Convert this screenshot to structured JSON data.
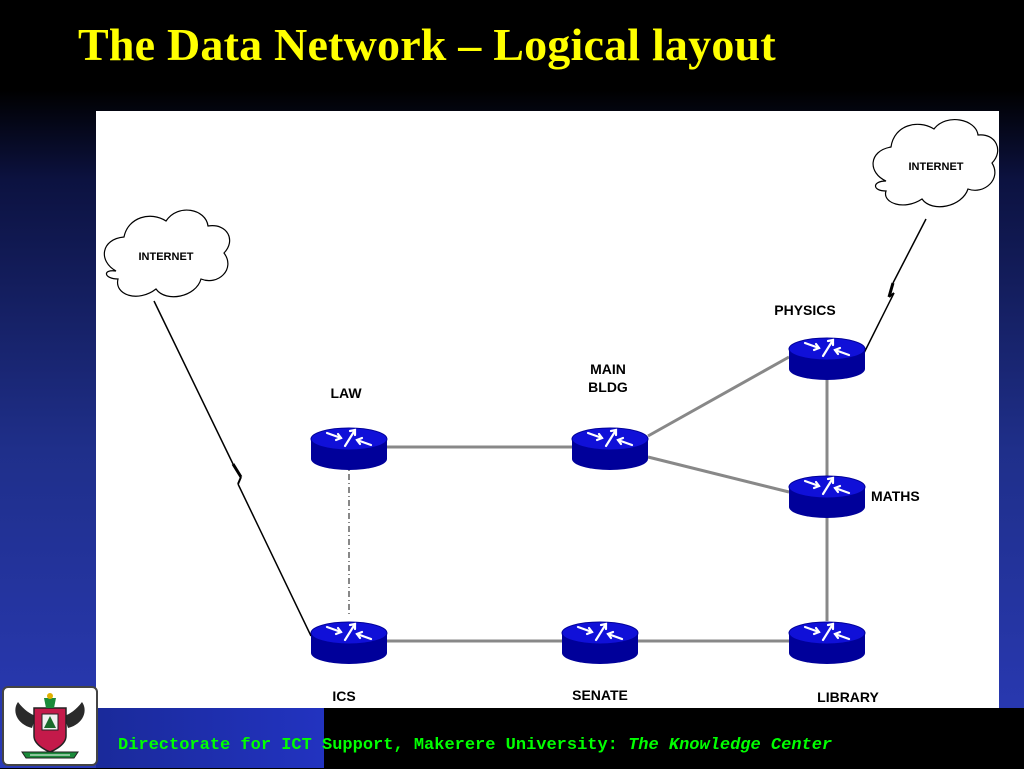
{
  "slide": {
    "title": "The Data Network – Logical layout"
  },
  "diagram": {
    "clouds": [
      {
        "id": "internet-left",
        "label": "INTERNET"
      },
      {
        "id": "internet-right",
        "label": "INTERNET"
      }
    ],
    "routers": [
      {
        "id": "law",
        "label": "LAW"
      },
      {
        "id": "main-bldg",
        "label_lines": [
          "MAIN",
          "BLDG"
        ]
      },
      {
        "id": "physics",
        "label": "PHYSICS"
      },
      {
        "id": "maths",
        "label": "MATHS"
      },
      {
        "id": "ics",
        "label": "ICS"
      },
      {
        "id": "senate",
        "label": "SENATE"
      },
      {
        "id": "library",
        "label": "LIBRARY"
      }
    ],
    "links": [
      {
        "from": "law",
        "to": "main-bldg",
        "style": "solid"
      },
      {
        "from": "law",
        "to": "ics",
        "style": "dash-dot"
      },
      {
        "from": "main-bldg",
        "to": "physics",
        "style": "solid"
      },
      {
        "from": "main-bldg",
        "to": "maths",
        "style": "solid"
      },
      {
        "from": "physics",
        "to": "maths",
        "style": "solid"
      },
      {
        "from": "maths",
        "to": "library",
        "style": "solid"
      },
      {
        "from": "ics",
        "to": "senate",
        "style": "solid"
      },
      {
        "from": "senate",
        "to": "library",
        "style": "solid"
      },
      {
        "from": "internet-left",
        "to": "ics",
        "style": "serial"
      },
      {
        "from": "internet-right",
        "to": "physics",
        "style": "serial"
      }
    ],
    "colors": {
      "router_fill": "#1010d8",
      "router_dark": "#00009a",
      "link": "#888888",
      "title": "#ffff00",
      "footer_text": "#00ff00"
    }
  },
  "footer": {
    "text_main": "Directorate for ICT Support, Makerere University: ",
    "text_italic": "The Knowledge Center",
    "logo_icon": "makerere-university-crest-icon"
  }
}
